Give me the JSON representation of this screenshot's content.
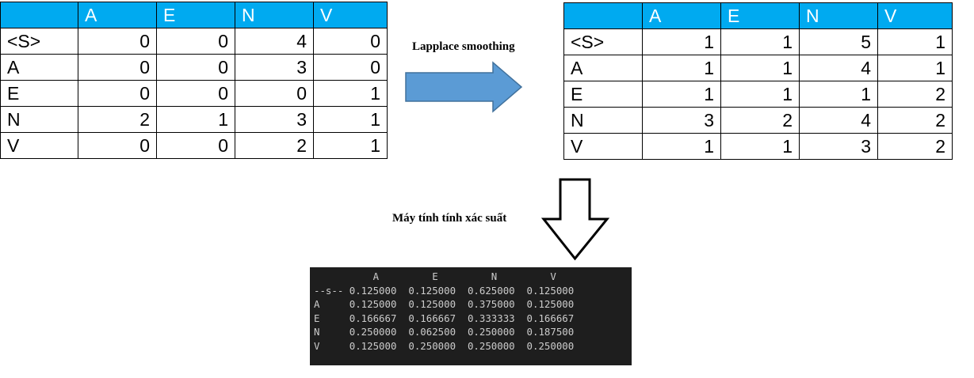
{
  "input_table": {
    "columns": [
      "",
      "A",
      "E",
      "N",
      "V"
    ],
    "rows": [
      {
        "label": "<S>",
        "values": [
          "0",
          "0",
          "4",
          "0"
        ]
      },
      {
        "label": "A",
        "values": [
          "0",
          "0",
          "3",
          "0"
        ]
      },
      {
        "label": "E",
        "values": [
          "0",
          "0",
          "0",
          "1"
        ]
      },
      {
        "label": "N",
        "values": [
          "2",
          "1",
          "3",
          "1"
        ]
      },
      {
        "label": "V",
        "values": [
          "0",
          "0",
          "2",
          "1"
        ]
      }
    ]
  },
  "smoothed_table": {
    "columns": [
      "",
      "A",
      "E",
      "N",
      "V"
    ],
    "rows": [
      {
        "label": "<S>",
        "values": [
          "1",
          "1",
          "5",
          "1"
        ]
      },
      {
        "label": "A",
        "values": [
          "1",
          "1",
          "4",
          "1"
        ]
      },
      {
        "label": "E",
        "values": [
          "1",
          "1",
          "1",
          "2"
        ]
      },
      {
        "label": "N",
        "values": [
          "3",
          "2",
          "4",
          "2"
        ]
      },
      {
        "label": "V",
        "values": [
          "1",
          "1",
          "3",
          "2"
        ]
      }
    ]
  },
  "labels": {
    "smoothing": "Lapplace smoothing",
    "probability": "Máy tính tính xác suất"
  },
  "console": {
    "header": "          A         E         N         V",
    "rows": [
      "--s-- 0.125000  0.125000  0.625000  0.125000",
      "A     0.125000  0.125000  0.375000  0.125000",
      "E     0.166667  0.166667  0.333333  0.166667",
      "N     0.250000  0.062500  0.250000  0.187500",
      "V     0.125000  0.250000  0.250000  0.250000"
    ]
  },
  "colors": {
    "header_fill": "#00aaf0",
    "arrow_fill": "#5b9bd5",
    "arrow_stroke": "#41719c",
    "console_bg": "#1e1e1e",
    "console_text": "#cccccc"
  }
}
